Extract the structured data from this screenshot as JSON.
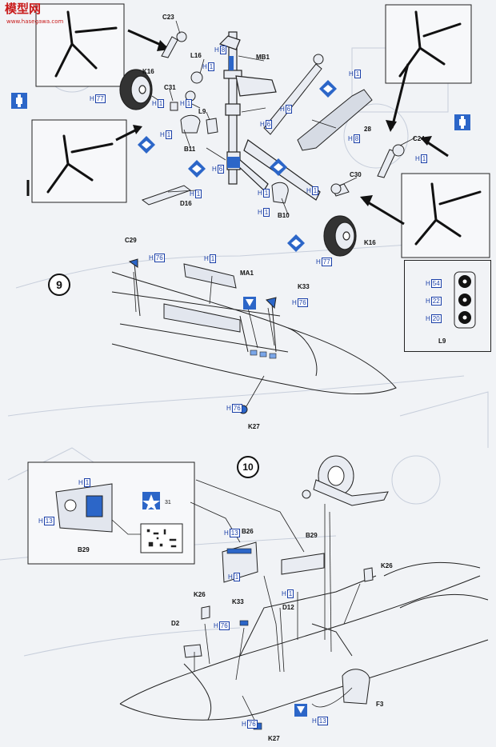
{
  "watermark": {
    "logo": "模型网",
    "site": "www.hasegawa.com"
  },
  "steps": {
    "step9": "9",
    "step10": "10"
  },
  "parts": {
    "C23": "C23",
    "MB1": "MB1",
    "L16": "L16",
    "K16a": "K16",
    "C31": "C31",
    "L9": "L9",
    "B11": "B11",
    "D16": "D16",
    "B10": "B10",
    "C30": "C30",
    "K16b": "K16",
    "C24": "C24",
    "num28": "28",
    "C29": "C29",
    "MA1": "MA1",
    "K33a": "K33",
    "K27a": "K27",
    "L9box": "L9",
    "B26": "B26",
    "B29a": "B29",
    "B29b": "B29",
    "K26a": "K26",
    "K26b": "K26",
    "D2": "D2",
    "K33b": "K33",
    "D12": "D12",
    "F3": "F3",
    "K27b": "K27"
  },
  "colors": {
    "H1": {
      "prefix": "H",
      "code": "1"
    },
    "H8": {
      "prefix": "H",
      "code": "8"
    },
    "H6": {
      "prefix": "H",
      "code": "6"
    },
    "H77": {
      "prefix": "H",
      "code": "77"
    },
    "H76": {
      "prefix": "H",
      "code": "76"
    },
    "H13": {
      "prefix": "H",
      "code": "13"
    },
    "H54": {
      "prefix": "H",
      "code": "54"
    },
    "H22": {
      "prefix": "H",
      "code": "22"
    },
    "H20": {
      "prefix": "H",
      "code": "20"
    }
  },
  "decal_number": "31",
  "palette": {
    "paint_blue": "#2c66c8",
    "light_blue": "#7aa6e8",
    "label_blue": "#1a3fa8",
    "line": "#222222",
    "paper": "#f1f3f6"
  }
}
